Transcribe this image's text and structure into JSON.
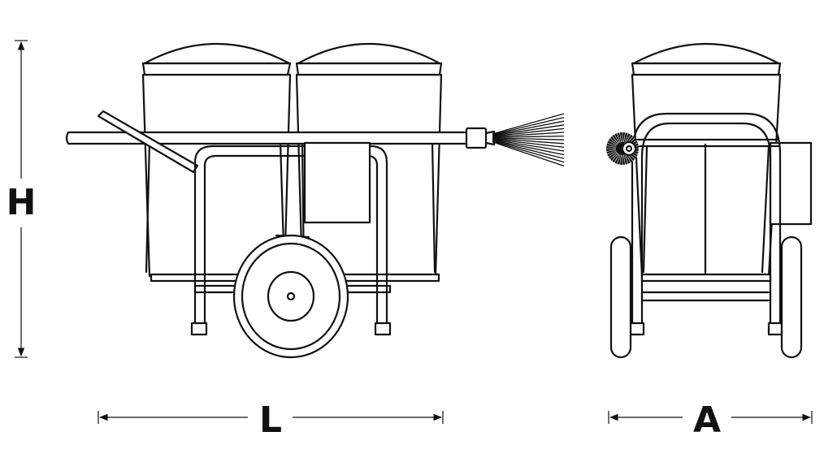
{
  "dimensions": {
    "height_label": "H",
    "length_label": "L",
    "width_label": "A"
  }
}
